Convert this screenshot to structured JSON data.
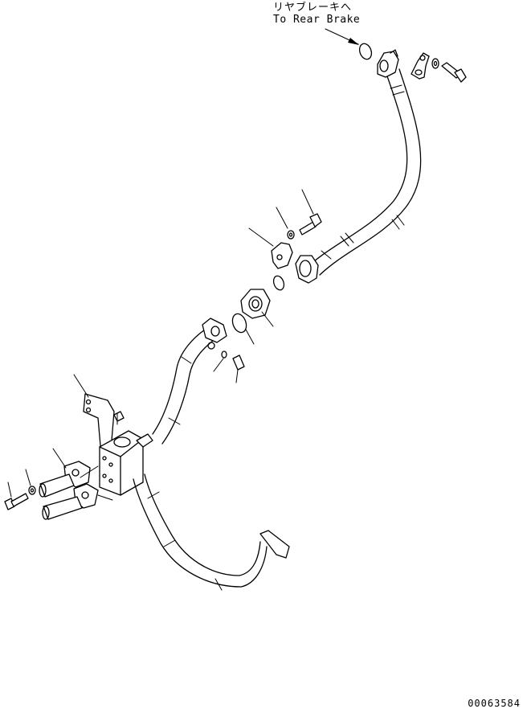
{
  "labels": {
    "destination_jp": "リヤブレーキへ",
    "destination_en": "To Rear Brake",
    "drawing_number": "00063584"
  }
}
